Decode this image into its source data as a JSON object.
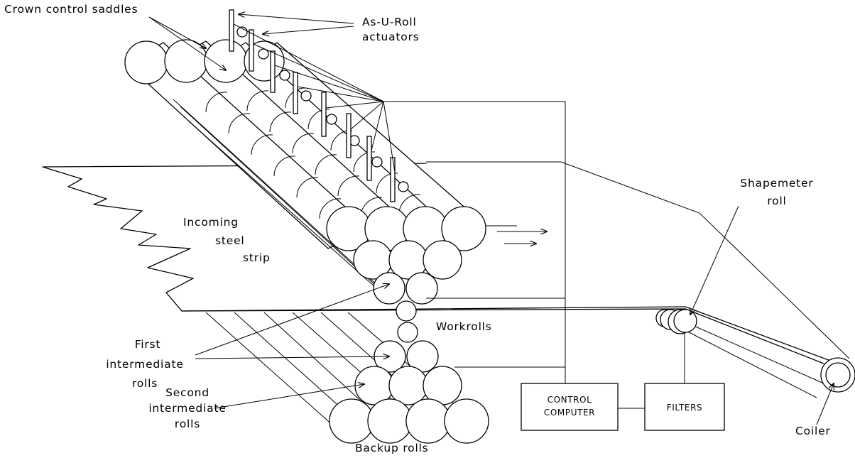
{
  "labels": {
    "crown_control_saddles": "Crown control saddles",
    "as_u_roll_line1": "As-U-Roll",
    "as_u_roll_line2": "actuators",
    "incoming_line1": "Incoming",
    "incoming_line2": "steel",
    "incoming_line3": "strip",
    "workrolls": "Workrolls",
    "first_line1": "First",
    "first_line2": "intermediate",
    "first_line3": "rolls",
    "second_line1": "Second",
    "second_line2": "intermediate",
    "second_line3": "rolls",
    "backup_rolls": "Backup rolls",
    "shapemeter_line1": "Shapemeter",
    "shapemeter_line2": "roll",
    "coiler": "Coiler"
  },
  "boxes": {
    "control_computer_line1": "CONTROL",
    "control_computer_line2": "COMPUTER",
    "filters": "FILTERS"
  }
}
